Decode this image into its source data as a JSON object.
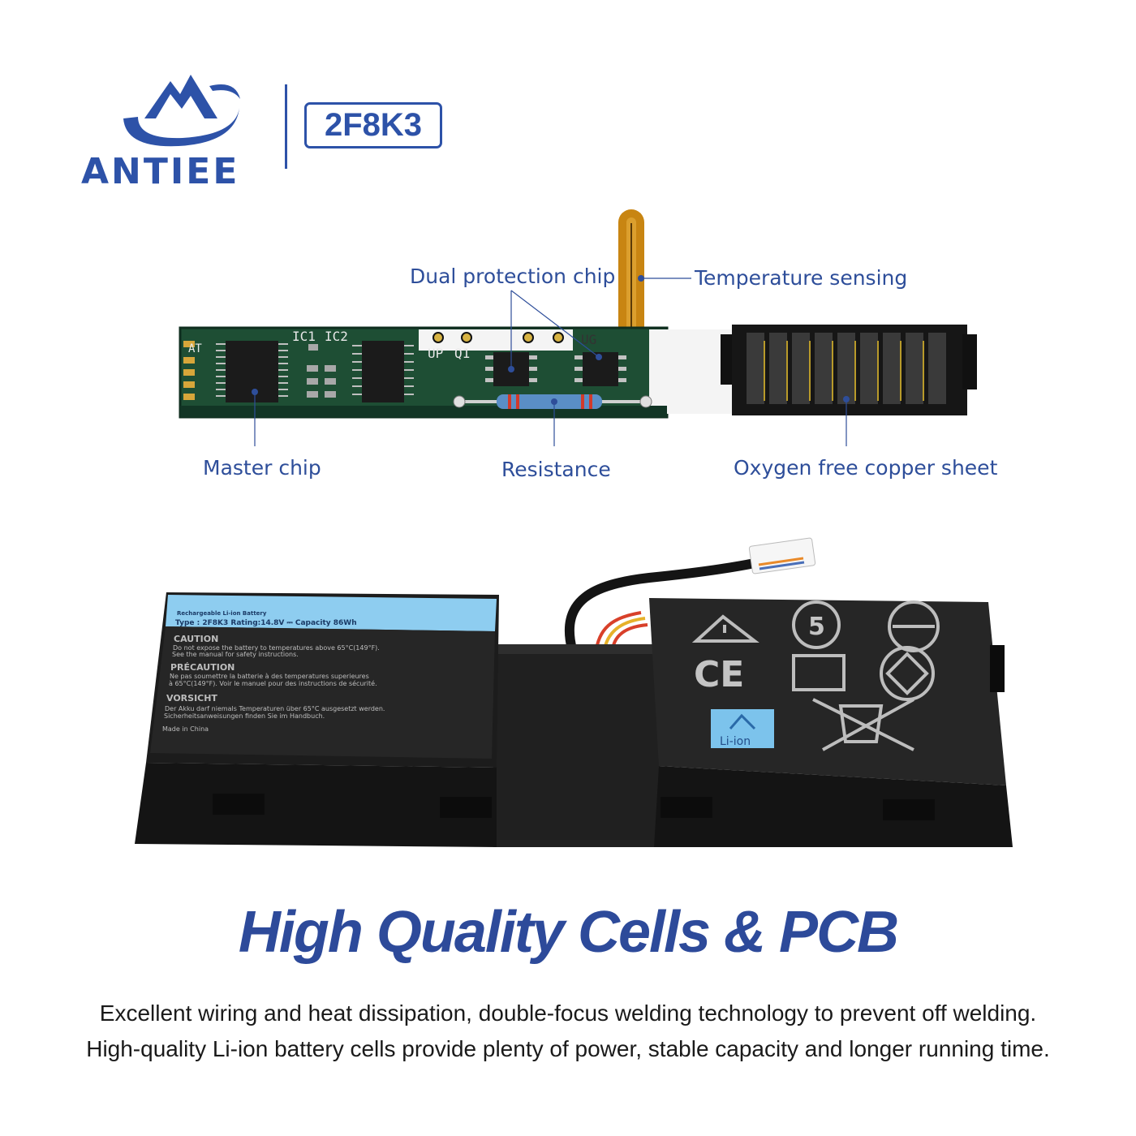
{
  "brand": {
    "name": "ANTIEE",
    "model": "2F8K3",
    "color": "#2d52a8"
  },
  "pcb": {
    "callouts": {
      "dual_protection_chip": "Dual protection chip",
      "temperature_sensing": "Temperature sensing",
      "master_chip": "Master chip",
      "resistance": "Resistance",
      "oxygen_free_copper_sheet": "Oxygen free copper sheet"
    },
    "silkscreen": [
      "IC1",
      "IC2",
      "AT",
      "UP",
      "Q1",
      "UG"
    ]
  },
  "battery": {
    "label": {
      "title": "Rechargeable Li-ion Battery",
      "type_line": "Type : 2F8K3   Rating:14.8V ⎓ Capacity 86Wh",
      "caution_head": "CAUTION",
      "caution_1": "Do not expose the battery to temperatures above 65°C(149°F).",
      "caution_2": "See the manual for safety instructions.",
      "precaution_head": "PRÉCAUTION",
      "precaution_1": "Ne pas soumettre la batterie à des temperatures superieures",
      "precaution_2": "à 65°C(149°F). Voir le manuel pour des instructions de sécurité.",
      "vorsicht_head": "VORSICHT",
      "vorsicht_1": "Der Akku darf niemals Temperaturen über 65°C ausgesetzt werden.",
      "vorsicht_2": "Sicherheitsanweisungen finden Sie im Handbuch.",
      "made_in": "Made in China"
    },
    "symbols": {
      "ce": "CE",
      "five": "5",
      "li_ion": "Li-ion"
    },
    "icons": [
      "warning-icon",
      "5-year-eco-icon",
      "no-disassemble-icon",
      "ce-mark-icon",
      "recycle-square-icon",
      "ul-mark-icon",
      "li-ion-recycle-icon",
      "crossed-bin-icon"
    ]
  },
  "headline": "High Quality Cells & PCB",
  "description": {
    "line1": "Excellent wiring and heat dissipation, double-focus welding technology to prevent off welding.",
    "line2": "High-quality Li-ion battery cells provide plenty of power, stable capacity and longer running time."
  }
}
